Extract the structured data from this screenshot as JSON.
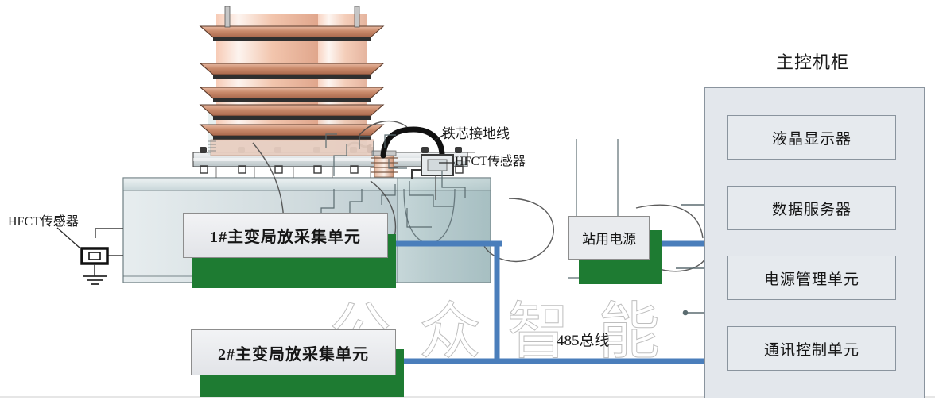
{
  "diagram": {
    "title_visible": false,
    "watermark": [
      "公",
      "众",
      "智",
      "能"
    ],
    "colors": {
      "bus_blue": "#4A7EBB",
      "shadow_green": "#1E7B32",
      "cabinet_fill": "#E3E7EC",
      "module_fill": "#E6EAEE",
      "outline_gray": "#8A949E",
      "bushing_copper": "#C98A6B",
      "tank_steel": "#AFC2C6"
    }
  },
  "cabinet": {
    "title": "主控机柜",
    "modules": [
      {
        "label": "液晶显示器"
      },
      {
        "label": "数据服务器"
      },
      {
        "label": "电源管理单元"
      },
      {
        "label": "通讯控制单元"
      }
    ]
  },
  "units": [
    {
      "label": "1#主变局放采集单元"
    },
    {
      "label": "2#主变局放采集单元"
    }
  ],
  "power_supply": {
    "label": "站用电源"
  },
  "bus": {
    "label": "485总线"
  },
  "callouts": {
    "core_ground_line": "铁芯接地线",
    "hfct_sensor_right": "HFCT传感器",
    "hfct_sensor_left": "HFCT传感器"
  }
}
